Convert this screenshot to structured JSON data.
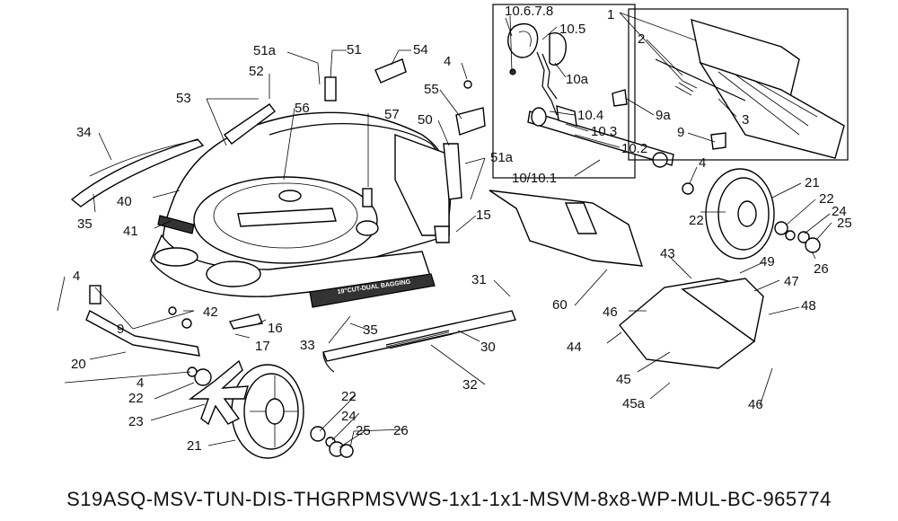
{
  "diagram": {
    "footer_code": "S19ASQ-MSV-TUN-DIS-THGRPMSVWS-1x1-1x1-MSVM-8x8-WP-MUL-BC-965774",
    "deck_branding": "19\"CUT-DUAL BAGGING",
    "callouts": [
      {
        "id": "c-10678",
        "label": "10.6.7.8"
      },
      {
        "id": "c-105",
        "label": "10.5"
      },
      {
        "id": "c-10a",
        "label": "10a"
      },
      {
        "id": "c-104",
        "label": "10.4"
      },
      {
        "id": "c-103",
        "label": "10.3"
      },
      {
        "id": "c-102",
        "label": "10.2"
      },
      {
        "id": "c-10101",
        "label": "10/10.1"
      },
      {
        "id": "c-1",
        "label": "1"
      },
      {
        "id": "c-2",
        "label": "2"
      },
      {
        "id": "c-3",
        "label": "3"
      },
      {
        "id": "c-9a",
        "label": "9a"
      },
      {
        "id": "c-9top",
        "label": "9"
      },
      {
        "id": "c-4r",
        "label": "4"
      },
      {
        "id": "c-21r",
        "label": "21"
      },
      {
        "id": "c-22r1",
        "label": "22"
      },
      {
        "id": "c-22r2",
        "label": "22"
      },
      {
        "id": "c-24r",
        "label": "24"
      },
      {
        "id": "c-25r",
        "label": "25"
      },
      {
        "id": "c-26r",
        "label": "26"
      },
      {
        "id": "c-51a1",
        "label": "51a"
      },
      {
        "id": "c-51",
        "label": "51"
      },
      {
        "id": "c-54",
        "label": "54"
      },
      {
        "id": "c-4t",
        "label": "4"
      },
      {
        "id": "c-52",
        "label": "52"
      },
      {
        "id": "c-53",
        "label": "53"
      },
      {
        "id": "c-56",
        "label": "56"
      },
      {
        "id": "c-57",
        "label": "57"
      },
      {
        "id": "c-55",
        "label": "55"
      },
      {
        "id": "c-50",
        "label": "50"
      },
      {
        "id": "c-51a2",
        "label": "51a"
      },
      {
        "id": "c-34",
        "label": "34"
      },
      {
        "id": "c-40",
        "label": "40"
      },
      {
        "id": "c-35l",
        "label": "35"
      },
      {
        "id": "c-41",
        "label": "41"
      },
      {
        "id": "c-15",
        "label": "15"
      },
      {
        "id": "c-60",
        "label": "60"
      },
      {
        "id": "c-43",
        "label": "43"
      },
      {
        "id": "c-49",
        "label": "49"
      },
      {
        "id": "c-47",
        "label": "47"
      },
      {
        "id": "c-48",
        "label": "48"
      },
      {
        "id": "c-46a",
        "label": "46"
      },
      {
        "id": "c-44",
        "label": "44"
      },
      {
        "id": "c-45",
        "label": "45"
      },
      {
        "id": "c-45a",
        "label": "45a"
      },
      {
        "id": "c-46b",
        "label": "46"
      },
      {
        "id": "c-31",
        "label": "31"
      },
      {
        "id": "c-30",
        "label": "30"
      },
      {
        "id": "c-32",
        "label": "32"
      },
      {
        "id": "c-33",
        "label": "33"
      },
      {
        "id": "c-35c",
        "label": "35"
      },
      {
        "id": "c-16",
        "label": "16"
      },
      {
        "id": "c-17",
        "label": "17"
      },
      {
        "id": "c-42",
        "label": "42"
      },
      {
        "id": "c-4l1",
        "label": "4"
      },
      {
        "id": "c-9l",
        "label": "9"
      },
      {
        "id": "c-20",
        "label": "20"
      },
      {
        "id": "c-4l2",
        "label": "4"
      },
      {
        "id": "c-22l",
        "label": "22"
      },
      {
        "id": "c-23",
        "label": "23"
      },
      {
        "id": "c-21l",
        "label": "21"
      },
      {
        "id": "c-22b",
        "label": "22"
      },
      {
        "id": "c-24b",
        "label": "24"
      },
      {
        "id": "c-25b",
        "label": "25"
      },
      {
        "id": "c-26b",
        "label": "26"
      }
    ]
  }
}
